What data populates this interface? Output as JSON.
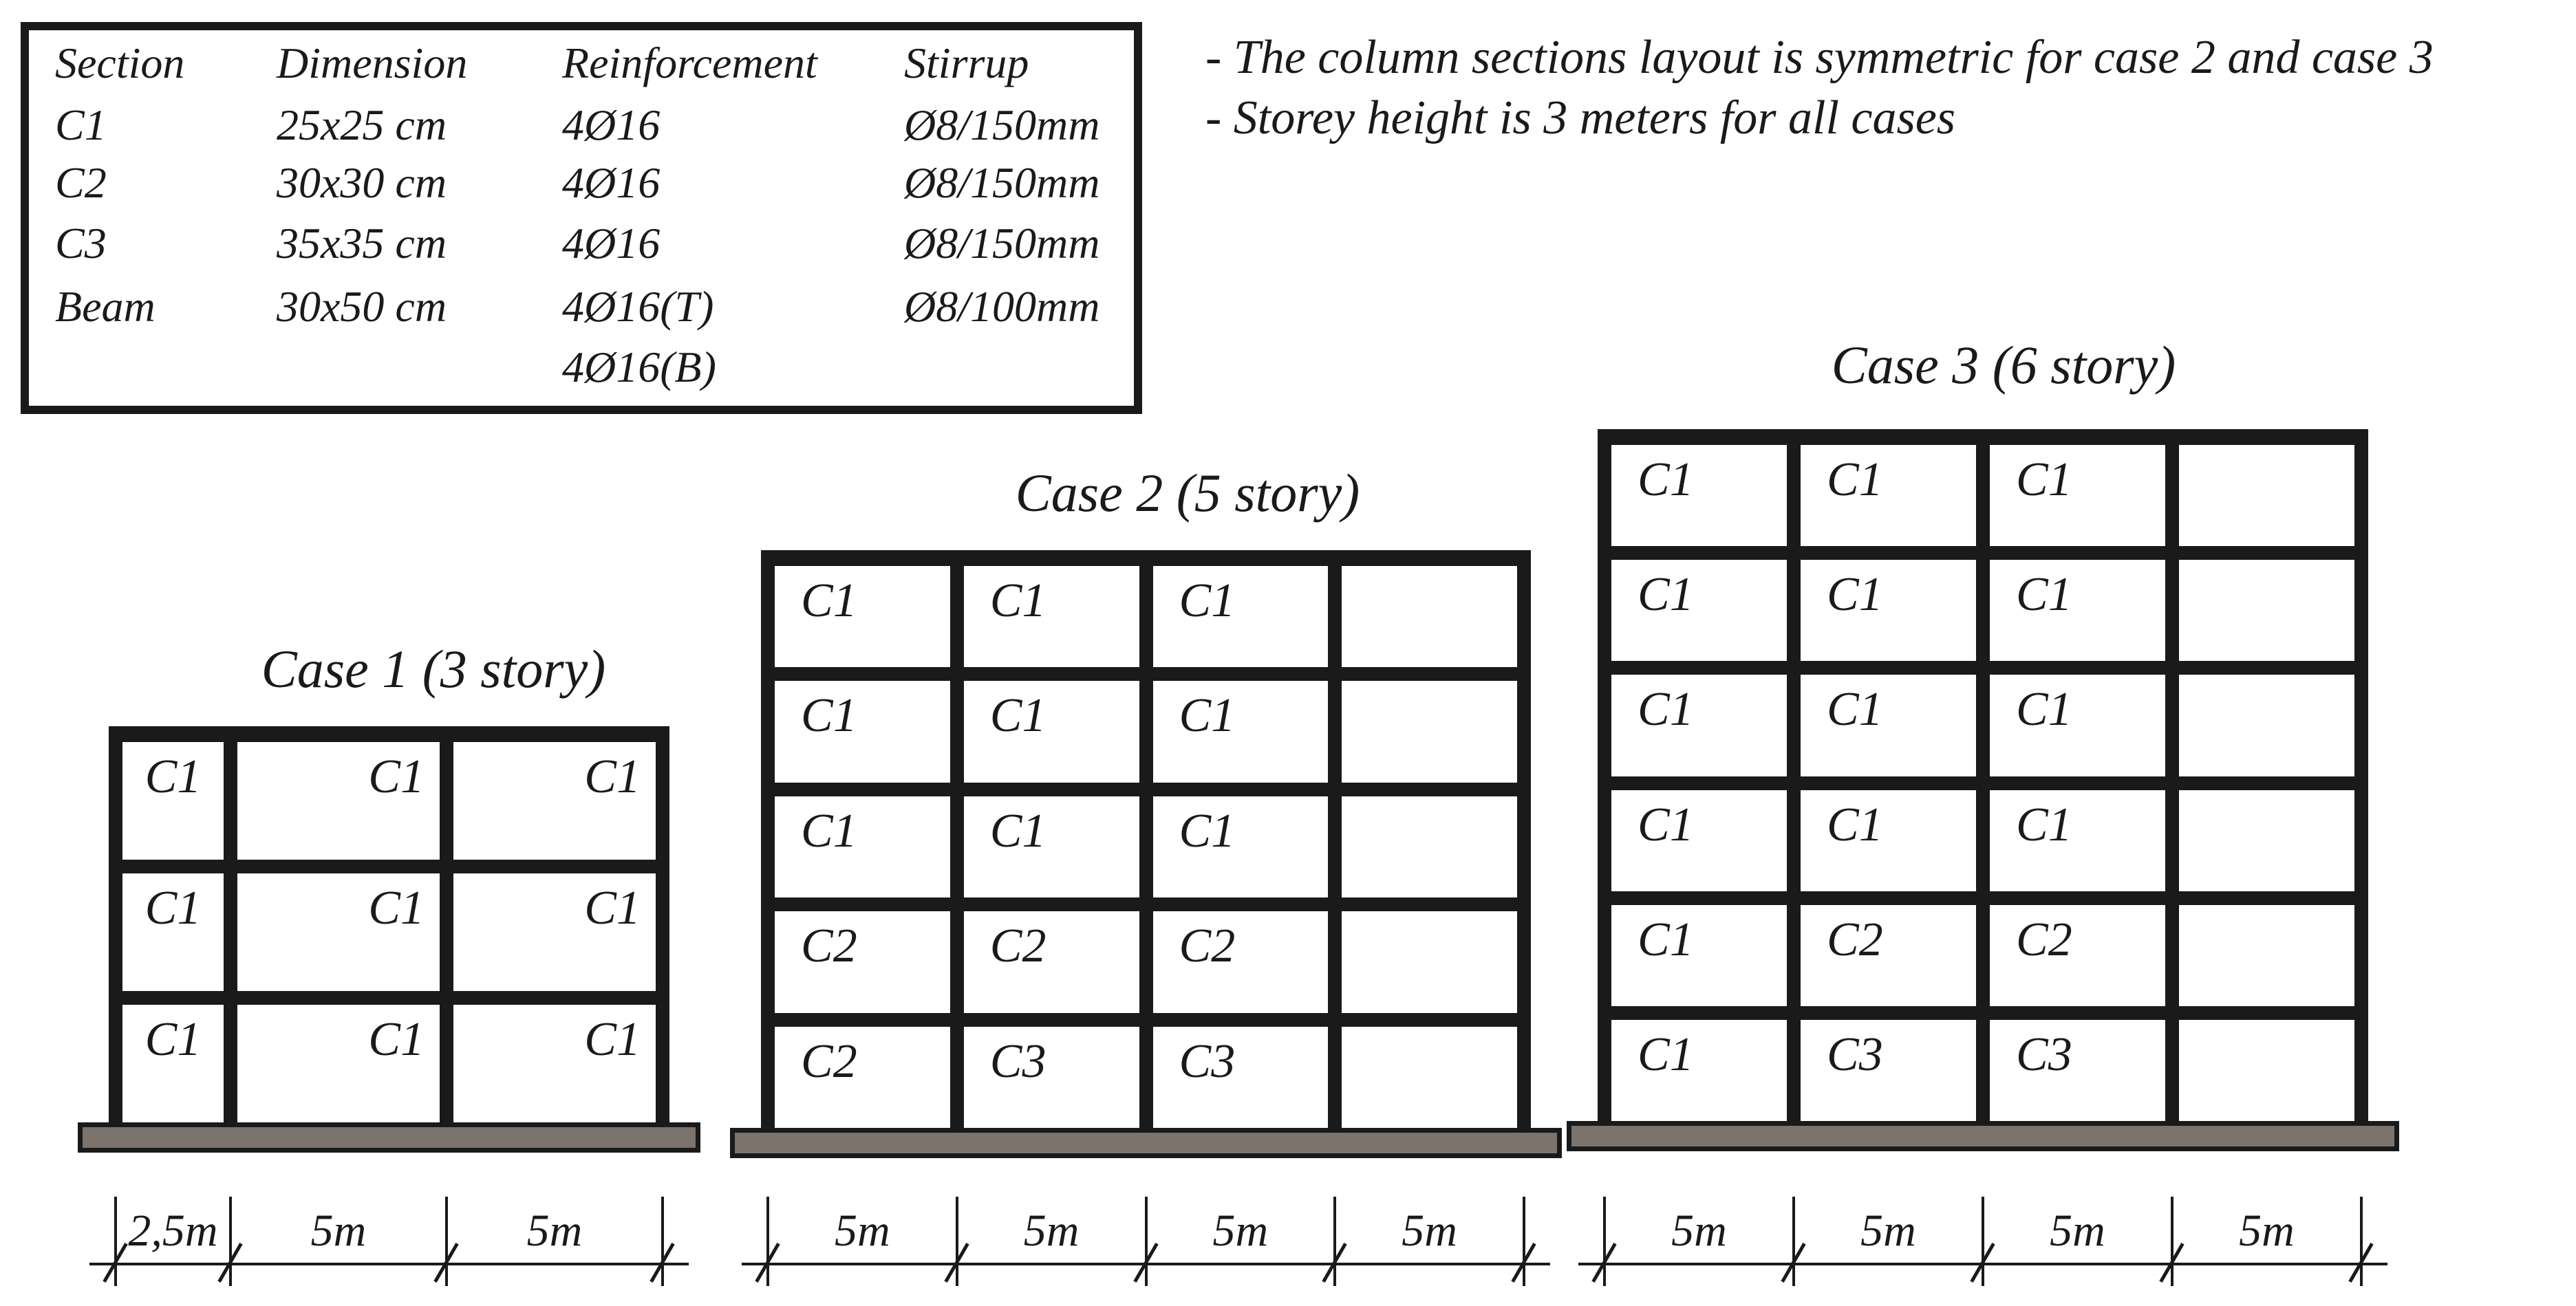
{
  "table": {
    "headers": [
      "Section",
      "Dimension",
      "Reinforcement",
      "Stirrup"
    ],
    "rows": [
      [
        "C1",
        "25x25 cm",
        "4Ø16",
        "Ø8/150mm"
      ],
      [
        "C2",
        "30x30 cm",
        "4Ø16",
        "Ø8/150mm"
      ],
      [
        "C3",
        "35x35 cm",
        "4Ø16",
        "Ø8/150mm"
      ],
      [
        "Beam",
        "30x50 cm",
        "4Ø16(T)",
        "Ø8/100mm"
      ],
      [
        "",
        "",
        "4Ø16(B)",
        ""
      ]
    ]
  },
  "notes": [
    "- The column sections layout is symmetric for case 2 and case 3",
    "- Storey height is 3 meters for all cases"
  ],
  "cases": [
    {
      "id": "case1",
      "title": "Case 1 (3 story)",
      "stories": 3,
      "bays_m": [
        "2,5m",
        "5m",
        "5m"
      ],
      "cells": [
        [
          "C1",
          "C1",
          "C1"
        ],
        [
          "C1",
          "C1",
          "C1"
        ],
        [
          "C1",
          "C1",
          "C1"
        ]
      ]
    },
    {
      "id": "case2",
      "title": "Case 2 (5 story)",
      "stories": 5,
      "bays_m": [
        "5m",
        "5m",
        "5m",
        "5m"
      ],
      "cells": [
        [
          "C1",
          "C1",
          "C1",
          ""
        ],
        [
          "C1",
          "C1",
          "C1",
          ""
        ],
        [
          "C1",
          "C1",
          "C1",
          ""
        ],
        [
          "C2",
          "C2",
          "C2",
          ""
        ],
        [
          "C2",
          "C3",
          "C3",
          ""
        ]
      ]
    },
    {
      "id": "case3",
      "title": "Case 3 (6 story)",
      "stories": 6,
      "bays_m": [
        "5m",
        "5m",
        "5m",
        "5m"
      ],
      "cells": [
        [
          "C1",
          "C1",
          "C1",
          ""
        ],
        [
          "C1",
          "C1",
          "C1",
          ""
        ],
        [
          "C1",
          "C1",
          "C1",
          ""
        ],
        [
          "C1",
          "C1",
          "C1",
          ""
        ],
        [
          "C1",
          "C2",
          "C2",
          ""
        ],
        [
          "C1",
          "C3",
          "C3",
          ""
        ]
      ]
    }
  ],
  "colors": {
    "line": "#1a1a1a",
    "foundation_fill": "#7b736c",
    "background": "#ffffff"
  }
}
